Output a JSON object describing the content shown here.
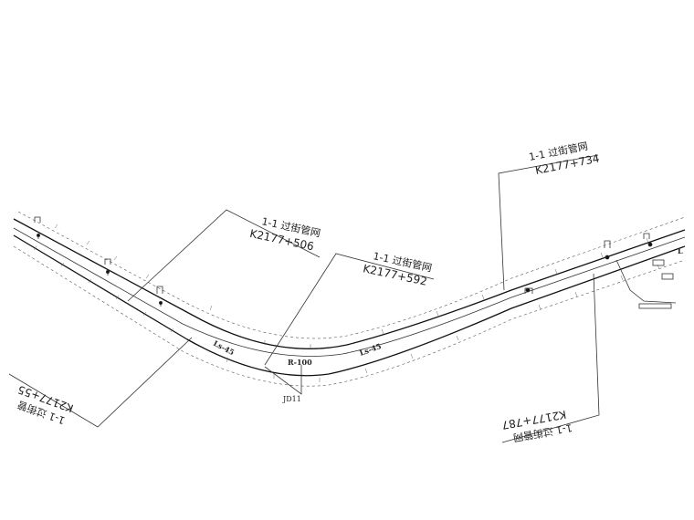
{
  "callouts": [
    {
      "id": "c506",
      "line1": "1-1  过街管网",
      "line2": "K2177+506"
    },
    {
      "id": "c592",
      "line1": "1-1  过街管网",
      "line2": "K2177+592"
    },
    {
      "id": "c734",
      "line1": "1-1  过街管网",
      "line2": "K2177+734"
    },
    {
      "id": "c55",
      "line1": "1-1  过街管",
      "line2": "K2177+55"
    },
    {
      "id": "c787",
      "line1": "1-1  过街管网",
      "line2": "K2177+787"
    }
  ],
  "curve_labels": {
    "ls_left": "Ls-45",
    "radius": "R-100",
    "ls_right": "Ls-45",
    "jd": "JD11",
    "edge_right": "L"
  },
  "colors": {
    "line": "#111111",
    "background": "#ffffff"
  }
}
